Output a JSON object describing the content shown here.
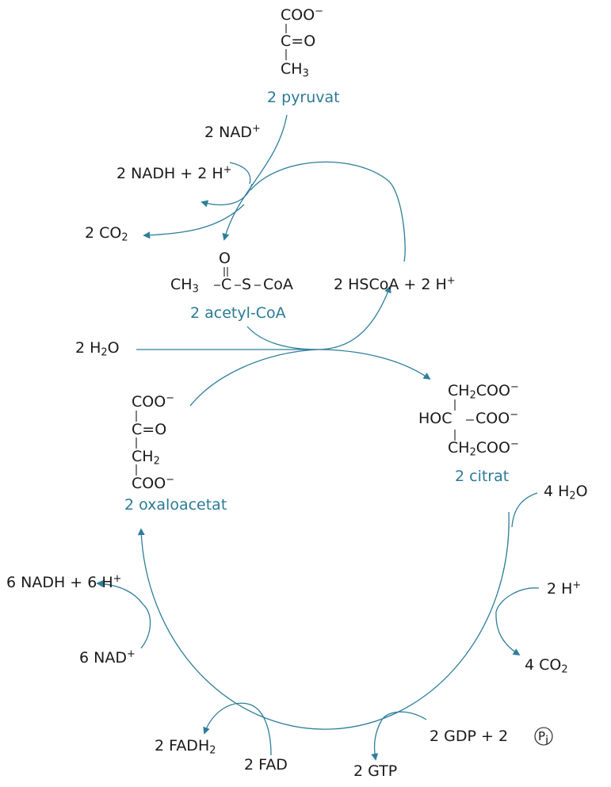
{
  "pyruvate": {
    "formula": {
      "line1": "COO",
      "line1_charge": "−",
      "line2": "C",
      "line2_sep": "=",
      "line2_end": "O",
      "line3": "CH",
      "line3_sub": "3"
    },
    "name": "2 pyruvat"
  },
  "nad_in": {
    "text": "2 NAD",
    "sup": "+"
  },
  "nadh_out": {
    "text": "2 NADH + 2 H",
    "sup": "+"
  },
  "co2_out": {
    "text": "2 CO",
    "sub": "2"
  },
  "acetyl_coa": {
    "formula": {
      "o": "O",
      "ch3": "CH",
      "ch3_sub": "3",
      "c": "C",
      "s": "S",
      "coa": "CoA"
    },
    "name": "2 acetyl-CoA"
  },
  "hscoa": {
    "text": "2 HSCoA + 2 H",
    "sup": "+"
  },
  "water_in": {
    "text": "2 H",
    "sub": "2",
    "tail": "O"
  },
  "citrate": {
    "formula": {
      "r1a": "CH",
      "r1sub": "2",
      "r1b": "COO",
      "r1charge": "−",
      "r2a": "HOC",
      "r2b": "COO",
      "r2charge": "−",
      "r3a": "CH",
      "r3sub": "2",
      "r3b": "COO",
      "r3charge": "−"
    },
    "name": "2 citrat"
  },
  "oxaloacetate": {
    "formula": {
      "r1": "COO",
      "r1charge": "−",
      "r2a": "C",
      "r2b": "O",
      "r3": "CH",
      "r3sub": "2",
      "r4": "COO",
      "r4charge": "−"
    },
    "name": "2 oxaloacetat"
  },
  "water4": {
    "text": "4 H",
    "sub": "2",
    "tail": "O"
  },
  "h_out": {
    "text": "2 H",
    "sup": "+"
  },
  "co2_4": {
    "text": "4 CO",
    "sub": "2"
  },
  "gdp": {
    "text": "2 GDP + 2",
    "pi": "P",
    "pi_sub": "i"
  },
  "gtp": {
    "text": "2 GTP"
  },
  "fad": {
    "text": "2 FAD"
  },
  "fadh2": {
    "text": "2 FADH",
    "sub": "2"
  },
  "nad6": {
    "text": "6 NAD",
    "sup": "+"
  },
  "nadh6": {
    "text": "6 NADH + 6 H",
    "sup": "+"
  },
  "colors": {
    "arrow": "#2e7e9a",
    "compound_name": "#2a7a96",
    "text": "#1a1a1a"
  }
}
